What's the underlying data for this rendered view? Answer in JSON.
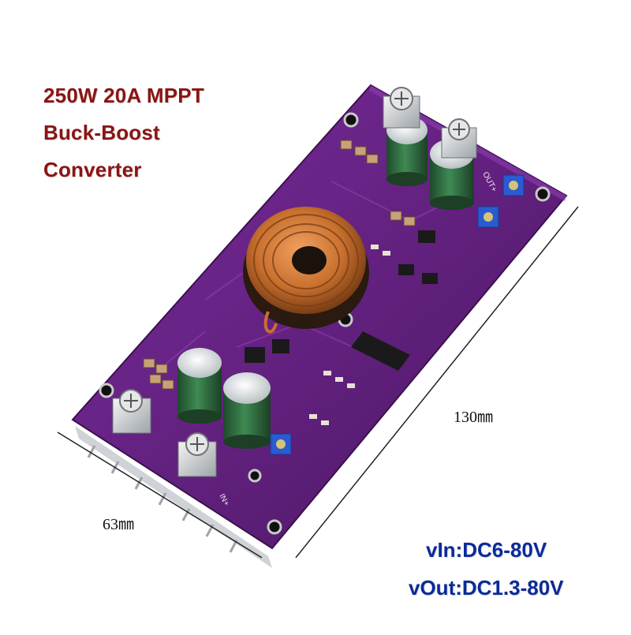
{
  "title_lines": [
    "250W 20A MPPT",
    "Buck-Boost",
    "Converter"
  ],
  "dimensions": {
    "length": "130㎜",
    "width": "63㎜"
  },
  "specs": {
    "input": "vIn:DC6-80V",
    "output": "vOut:DC1.3-80V"
  },
  "board_markings": {
    "output_terminal": "OUT+",
    "input_terminal": "IN+"
  },
  "colors": {
    "title": "#8b1414",
    "specs": "#0a2a9a",
    "pcb": "#5e1f7a",
    "copper_coil": "#c8702e",
    "capacitor": "#2f6b3f",
    "trimmer": "#2a5bd0"
  }
}
